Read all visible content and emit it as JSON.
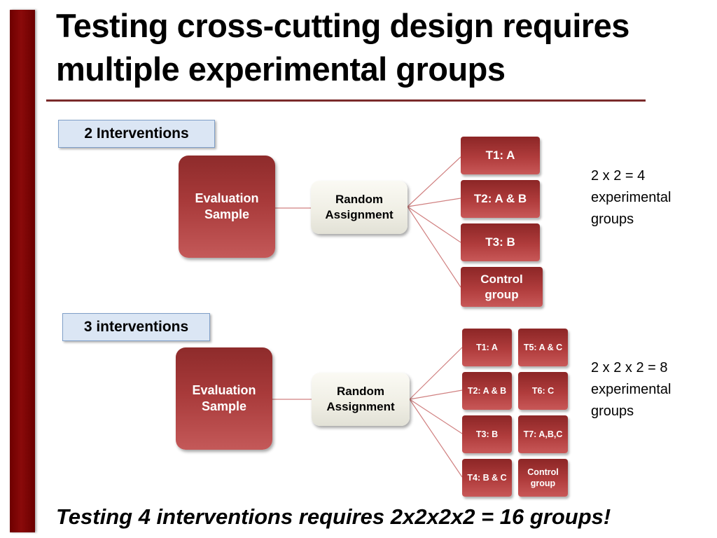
{
  "title": {
    "line1": "Testing cross-cutting design requires",
    "line2": "multiple experimental groups"
  },
  "section1": {
    "label": "2 Interventions",
    "source": "Evaluation Sample",
    "assignment": "Random Assignment",
    "groups": [
      "T1: A",
      "T2: A & B",
      "T3: B",
      "Control group"
    ],
    "note": [
      "2 x 2 = 4",
      "experimental",
      "groups"
    ]
  },
  "section2": {
    "label": "3 interventions",
    "source": "Evaluation Sample",
    "assignment": "Random Assignment",
    "groups_left": [
      "T1: A",
      "T2: A & B",
      "T3: B",
      "T4: B & C"
    ],
    "groups_right": [
      "T5: A & C",
      "T6: C",
      "T7: A,B,C",
      "Control group"
    ],
    "note": [
      "2 x 2 x 2 = 8",
      "experimental",
      "groups"
    ]
  },
  "footer": "Testing 4 interventions requires 2x2x2x2 = 16 groups!",
  "colors": {
    "accent": "#7a0000",
    "node": "#b03c3c",
    "label_fill": "#dbe6f4",
    "connector": "#d08080"
  }
}
